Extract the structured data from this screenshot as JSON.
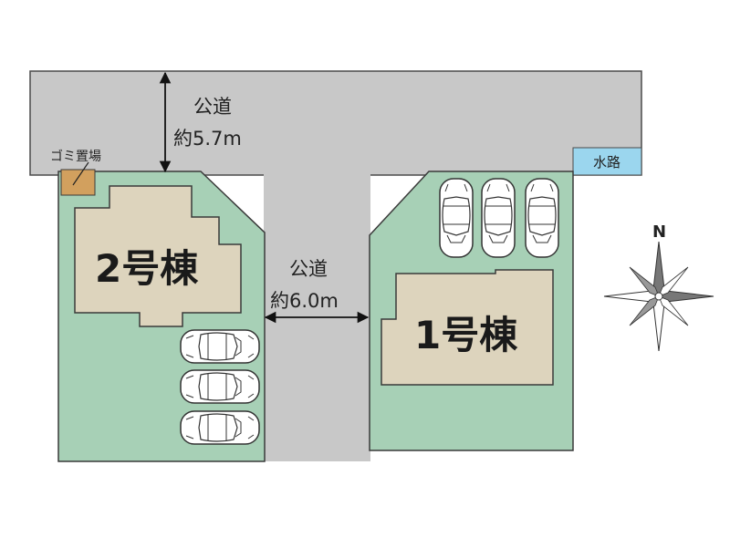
{
  "roads": {
    "top_label": "公道",
    "top_width": "約5.7m",
    "middle_label": "公道",
    "middle_width": "約6.0m"
  },
  "lots": {
    "west_house": "2号棟",
    "east_house": "1号棟"
  },
  "labels": {
    "garbage": "ゴミ置場",
    "waterway": "水路",
    "north": "N"
  },
  "colors": {
    "road": "#c8c8c8",
    "lot": "#a7d0b6",
    "house": "#ddd4bd",
    "garbage": "#d2a05e",
    "waterway": "#9bd6ee"
  }
}
